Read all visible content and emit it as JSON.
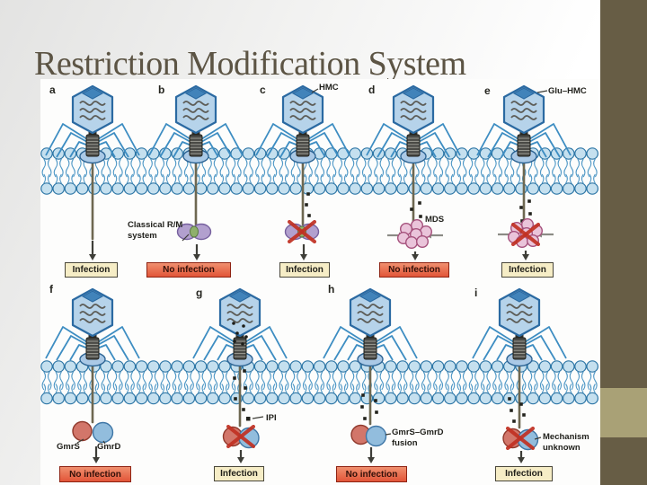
{
  "slide": {
    "title": "Restriction Modification System",
    "colors": {
      "title_text": "#5c5444",
      "sidebar": "#675d45",
      "sidebar_accent": "#a9a176",
      "infection_box_fill": "#f6edc6",
      "no_infection_box_fill": "#e25538",
      "phage_blue": "#2b6aa2",
      "blocked_x_red": "#c13123"
    }
  },
  "figure": {
    "panels": [
      {
        "letter": "a",
        "outcome": "Infection"
      },
      {
        "letter": "b",
        "label": "Classical R/M system",
        "outcome": "No infection"
      },
      {
        "letter": "c",
        "head_label": "HMC",
        "blocked": true,
        "outcome": "Infection"
      },
      {
        "letter": "d",
        "label": "MDS",
        "outcome": "No infection"
      },
      {
        "letter": "e",
        "head_label": "Glu–HMC",
        "blocked": true,
        "outcome": "Infection"
      },
      {
        "letter": "f",
        "labels": [
          "GmrS",
          "GmrD"
        ],
        "outcome": "No infection"
      },
      {
        "letter": "g",
        "label": "IPI",
        "blocked": true,
        "outcome": "Infection"
      },
      {
        "letter": "h",
        "label": "GmrS–GmrD fusion",
        "outcome": "No infection"
      },
      {
        "letter": "i",
        "label": "Mechanism unknown",
        "blocked": true,
        "outcome": "Infection"
      }
    ]
  }
}
